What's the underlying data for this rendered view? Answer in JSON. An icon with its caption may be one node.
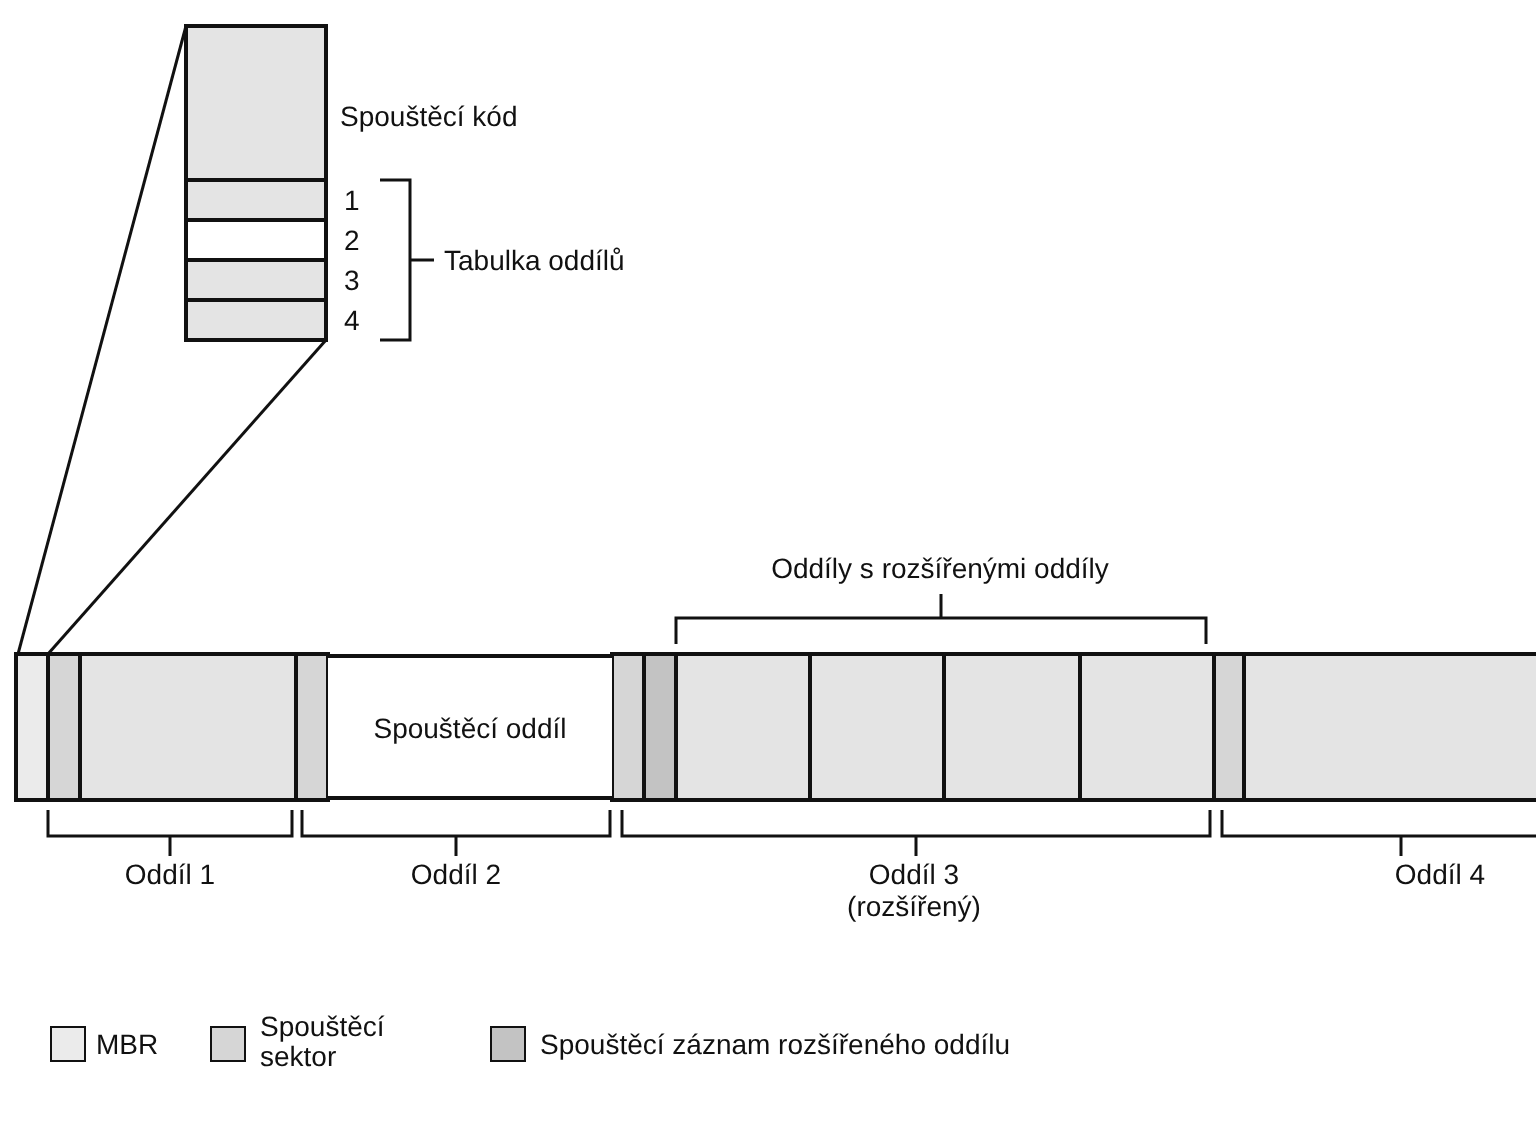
{
  "diagram": {
    "nodes": [
      {
        "text": [
          "Spouštěcí oddíl"
        ]
      }
    ],
    "edges": [],
    "labels": [
      "Spouštěcí kód",
      "1",
      "2",
      "3",
      "4",
      "Tabulka oddílů",
      "Oddíly s rozšířenými oddíly",
      "Oddíl 1",
      "Oddíl 2",
      "Oddíl 3 (rozšířený)",
      "Oddíl 4"
    ],
    "legend": [
      {
        "text": "MBR",
        "color": "#ebebeb"
      },
      {
        "text": "Spouštěcí sektor",
        "color": "#d6d6d6"
      },
      {
        "text": "Spouštěcí záznam rozšířeného oddílu",
        "color": "#c3c3c3"
      }
    ]
  }
}
